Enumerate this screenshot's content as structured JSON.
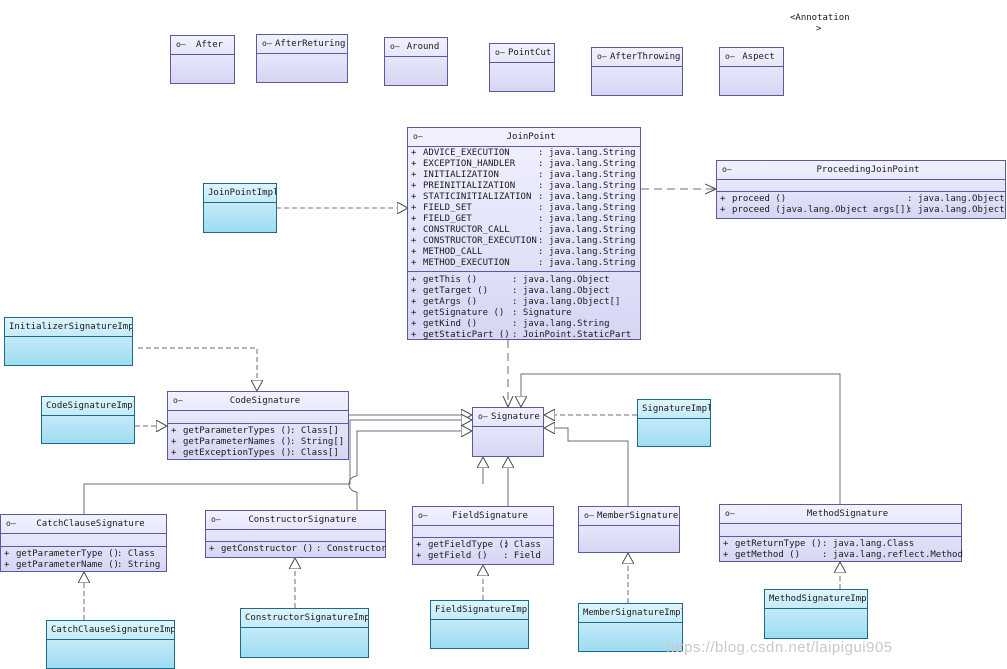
{
  "annotation": {
    "line1": "<Annotation",
    "line2": ">"
  },
  "watermark": "https://blog.csdn.net/laipigui905",
  "annotations_row": [
    "After",
    "AfterReturing",
    "Around",
    "PointCut",
    "AfterThrowing",
    "Aspect"
  ],
  "joinpoint": {
    "name": "JoinPoint",
    "fields": [
      {
        "vis": "+",
        "name": "ADVICE_EXECUTION",
        "type": ": java.lang.String"
      },
      {
        "vis": "+",
        "name": "EXCEPTION_HANDLER",
        "type": ": java.lang.String"
      },
      {
        "vis": "+",
        "name": "INITIALIZATION",
        "type": ": java.lang.String"
      },
      {
        "vis": "+",
        "name": "PREINITIALIZATION",
        "type": ": java.lang.String"
      },
      {
        "vis": "+",
        "name": "STATICINITIALIZATION",
        "type": ": java.lang.String"
      },
      {
        "vis": "+",
        "name": "FIELD_SET",
        "type": ": java.lang.String"
      },
      {
        "vis": "+",
        "name": "FIELD_GET",
        "type": ": java.lang.String"
      },
      {
        "vis": "+",
        "name": "CONSTRUCTOR_CALL",
        "type": ": java.lang.String"
      },
      {
        "vis": "+",
        "name": "CONSTRUCTOR_EXECUTION",
        "type": ": java.lang.String"
      },
      {
        "vis": "+",
        "name": "METHOD_CALL",
        "type": ": java.lang.String"
      },
      {
        "vis": "+",
        "name": "METHOD_EXECUTION",
        "type": ": java.lang.String"
      }
    ],
    "methods": [
      {
        "vis": "+",
        "name": "getThis ()",
        "type": ": java.lang.Object"
      },
      {
        "vis": "+",
        "name": "getTarget ()",
        "type": ": java.lang.Object"
      },
      {
        "vis": "+",
        "name": "getArgs ()",
        "type": ": java.lang.Object[]"
      },
      {
        "vis": "+",
        "name": "getSignature ()",
        "type": ": Signature"
      },
      {
        "vis": "+",
        "name": "getKind ()",
        "type": ": java.lang.String"
      },
      {
        "vis": "+",
        "name": "getStaticPart ()",
        "type": ": JoinPoint.StaticPart"
      }
    ]
  },
  "proceeding": {
    "name": "ProceedingJoinPoint",
    "methods": [
      {
        "vis": "+",
        "name": "proceed ()",
        "type": ": java.lang.Object"
      },
      {
        "vis": "+",
        "name": "proceed (java.lang.Object args[])",
        "type": ": java.lang.Object"
      }
    ]
  },
  "joinpointimpl": {
    "name": "JoinPointImpl"
  },
  "initsigimpl": {
    "name": "InitializerSignatureImpl"
  },
  "codesigimpl": {
    "name": "CodeSignatureImpl"
  },
  "codesig": {
    "name": "CodeSignature",
    "methods": [
      {
        "vis": "+",
        "name": "getParameterTypes ()",
        "type": ": Class[]"
      },
      {
        "vis": "+",
        "name": "getParameterNames ()",
        "type": ": String[]"
      },
      {
        "vis": "+",
        "name": "getExceptionTypes ()",
        "type": ": Class[]"
      }
    ]
  },
  "signature": {
    "name": "Signature"
  },
  "signatureimpl": {
    "name": "SignatureImpl"
  },
  "catchsig": {
    "name": "CatchClauseSignature",
    "methods": [
      {
        "vis": "+",
        "name": "getParameterType ()",
        "type": ": Class"
      },
      {
        "vis": "+",
        "name": "getParameterName ()",
        "type": ": String"
      }
    ]
  },
  "ctorsig": {
    "name": "ConstructorSignature",
    "methods": [
      {
        "vis": "+",
        "name": "getConstructor ()",
        "type": ": Constructor"
      }
    ]
  },
  "fieldsig": {
    "name": "FieldSignature",
    "methods": [
      {
        "vis": "+",
        "name": "getFieldType ()",
        "type": ": Class"
      },
      {
        "vis": "+",
        "name": "getField ()",
        "type": ": Field"
      }
    ]
  },
  "membersig": {
    "name": "MemberSignature"
  },
  "methodsig": {
    "name": "MethodSignature",
    "methods": [
      {
        "vis": "+",
        "name": "getReturnType ()",
        "type": ": java.lang.Class"
      },
      {
        "vis": "+",
        "name": "getMethod ()",
        "type": ": java.lang.reflect.Method"
      }
    ]
  },
  "catchsigimpl": {
    "name": "CatchClauseSignatureImpl"
  },
  "ctorsigimpl": {
    "name": "ConstructorSignatureImpl"
  },
  "fieldsigimpl": {
    "name": "FieldSignatureImpl"
  },
  "membersigimpl": {
    "name": "MemberSignatureImpl"
  },
  "methodsigimpl": {
    "name": "MethodSignatureImpl"
  }
}
